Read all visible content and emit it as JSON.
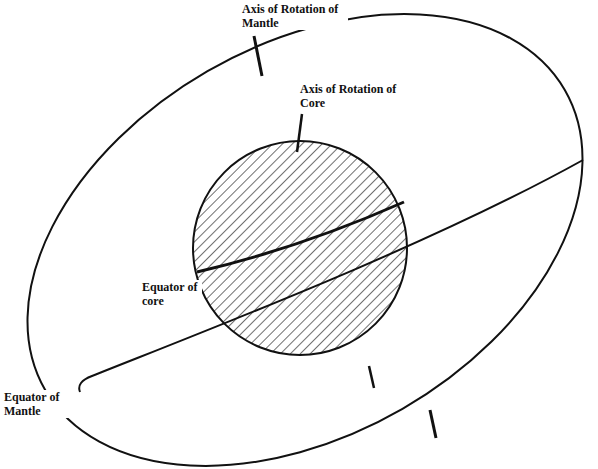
{
  "diagram": {
    "labels": [
      "Axis of Rotation of Mantle",
      "Axis of Rotation of Core",
      "Equator of core",
      "Equator of Mantle"
    ]
  }
}
